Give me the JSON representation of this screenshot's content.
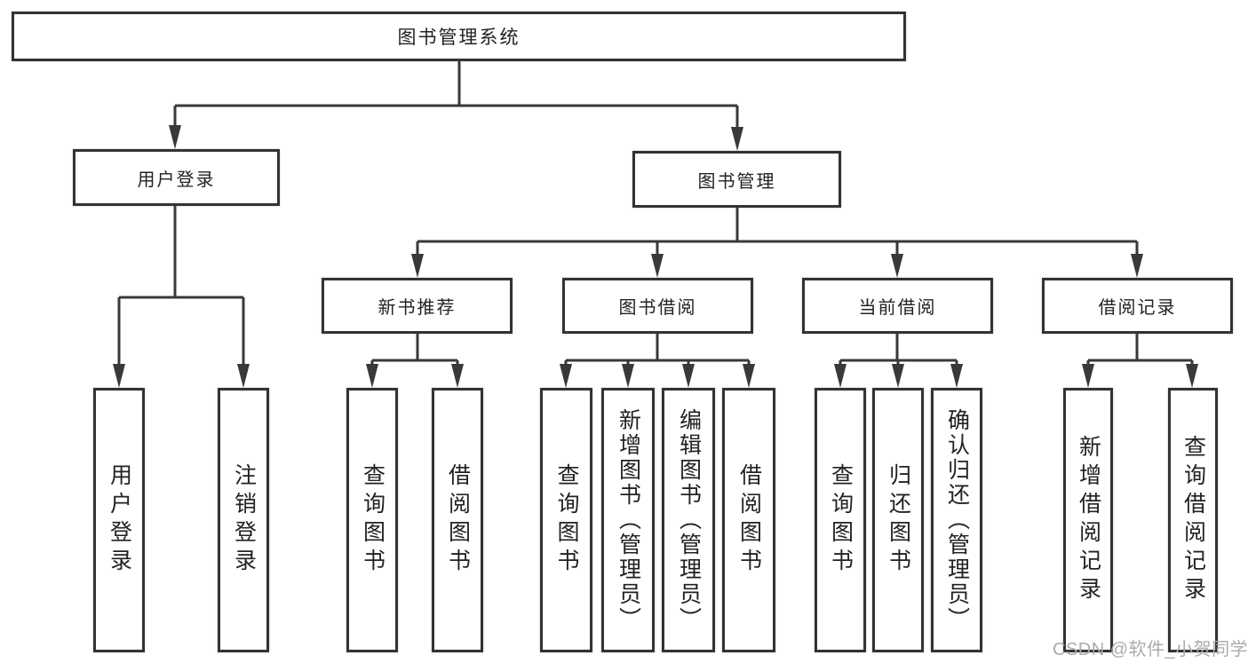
{
  "tree": {
    "label": "图书管理系统",
    "children": [
      {
        "label": "用户登录",
        "children": [
          {
            "label": "用户登录"
          },
          {
            "label": "注销登录"
          }
        ]
      },
      {
        "label": "图书管理",
        "children": [
          {
            "label": "新书推荐",
            "children": [
              {
                "label": "查询图书"
              },
              {
                "label": "借阅图书"
              }
            ]
          },
          {
            "label": "图书借阅",
            "children": [
              {
                "label": "查询图书"
              },
              {
                "label": "新增图书（管理员）"
              },
              {
                "label": "编辑图书（管理员）"
              },
              {
                "label": "借阅图书"
              }
            ]
          },
          {
            "label": "当前借阅",
            "children": [
              {
                "label": "查询图书"
              },
              {
                "label": "归还图书"
              },
              {
                "label": "确认归还（管理员）"
              }
            ]
          },
          {
            "label": "借阅记录",
            "children": [
              {
                "label": "新增借阅记录"
              },
              {
                "label": "查询借阅记录"
              }
            ]
          }
        ]
      }
    ]
  },
  "watermark": {
    "text": "CSDN @软件_小贺同学"
  },
  "colors": {
    "line": "#39393b",
    "box-border": "#333335",
    "box-fill": "#ffffff",
    "text": "#222222",
    "watermark": "#ababab",
    "background": "#ffffff"
  }
}
